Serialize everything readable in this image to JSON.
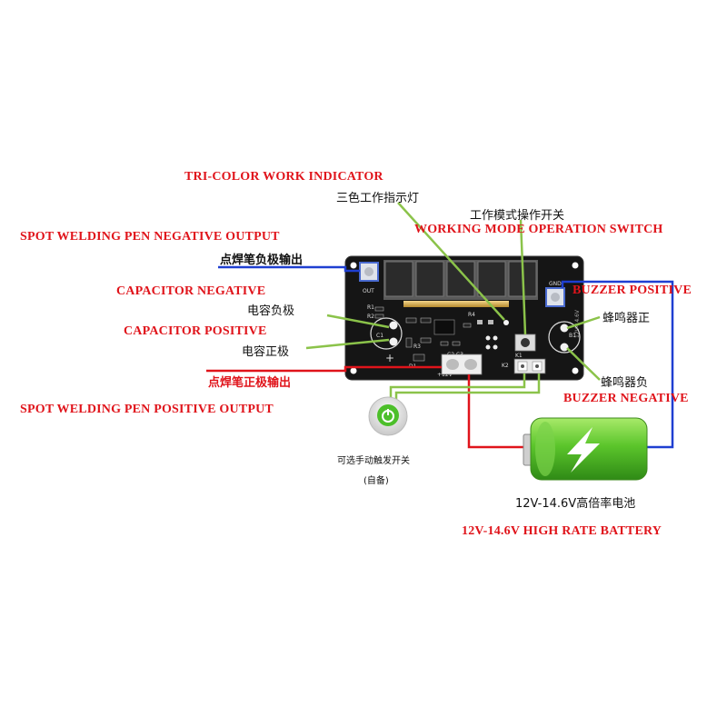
{
  "labels": {
    "tri_color_en": "TRI-COLOR WORK INDICATOR",
    "tri_color_cn": "三色工作指示灯",
    "mode_switch_cn": "工作模式操作开关",
    "mode_switch_en": "WORKING MODE OPERATION SWITCH",
    "pen_negative_en": "SPOT WELDING PEN NEGATIVE OUTPUT",
    "pen_negative_cn": "点焊笔负极输出",
    "cap_negative_en": "CAPACITOR NEGATIVE",
    "cap_negative_cn": "电容负极",
    "cap_positive_en": "CAPACITOR POSITIVE",
    "cap_positive_cn": "电容正极",
    "pen_positive_cn": "点焊笔正极输出",
    "pen_positive_en": "SPOT WELDING PEN POSITIVE OUTPUT",
    "buzzer_positive_en": "BUZZER POSITIVE",
    "buzzer_positive_cn": "蜂鸣器正",
    "buzzer_negative_cn": "蜂鸣器负",
    "buzzer_negative_en": "BUZZER NEGATIVE",
    "optional_trigger_cn": "可选手动触发开关",
    "optional_trigger_note": "(自备)",
    "battery_cn": "12V-14.6V高倍率电池",
    "battery_en": "12V-14.6V HIGH RATE BATTERY"
  },
  "board": {
    "out_label": "OUT",
    "gnd_label": "GND",
    "c1_label": "C1",
    "b1_label": "B1",
    "r1_label": "R1",
    "r2_label": "R2",
    "r3_label": "R3",
    "r4_label": "R4",
    "d1_label": "D1",
    "c2c3_label": "C2 C3",
    "k1_label": "K1",
    "k2_label": "K2",
    "v12_label": "+12V",
    "model_label": "12V-14.6V"
  },
  "colors": {
    "label_red": "#e0141b",
    "arrow_green": "#8bc34a",
    "wire_red": "#e0141b",
    "wire_blue": "#1f3fd1",
    "board": "#141414",
    "battery_green": "#59c32c"
  }
}
